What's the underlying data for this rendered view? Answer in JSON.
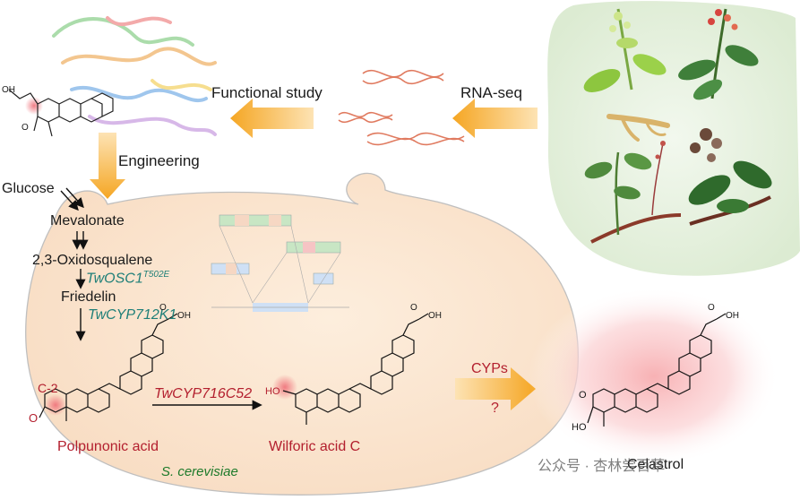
{
  "labels": {
    "functional_study": "Functional study",
    "rna_seq": "RNA-seq",
    "engineering": "Engineering",
    "glucose": "Glucose",
    "mevalonate": "Mevalonate",
    "oxidosqualene": "2,3-Oxidosqualene",
    "osc_enzyme": "TwOSC1",
    "osc_sup": "T502E",
    "friedelin": "Friedelin",
    "cyp712": "TwCYP712K1",
    "c2": "C-2",
    "cyp716": "TwCYP716C52",
    "polpunonic": "Polpunonic acid",
    "wilforic": "Wilforic acid C",
    "host": "S. cerevisiae",
    "cyps": "CYPs",
    "question": "?",
    "celastrol": "Celastrol",
    "oh_top": "OH",
    "oh_small": "HO",
    "o_left": "O",
    "oh_cel": "HO",
    "o_cel": "O",
    "cooh1": "OH",
    "cooh2": "OH",
    "cooh3": "OH",
    "cooh_o1": "O",
    "cooh_o2": "O",
    "cooh_o3": "O",
    "o_pol": "O",
    "watermark": "公众号 · 杏林尝百草"
  },
  "colors": {
    "arrow_orange": "#f5b642",
    "cell_fill": "#fbe9d6",
    "plant_bg": "#e6f2e0",
    "highlight_red": "#f3b3b8",
    "enzyme_teal": "#1f7f78",
    "product_red": "#b31f2e"
  }
}
